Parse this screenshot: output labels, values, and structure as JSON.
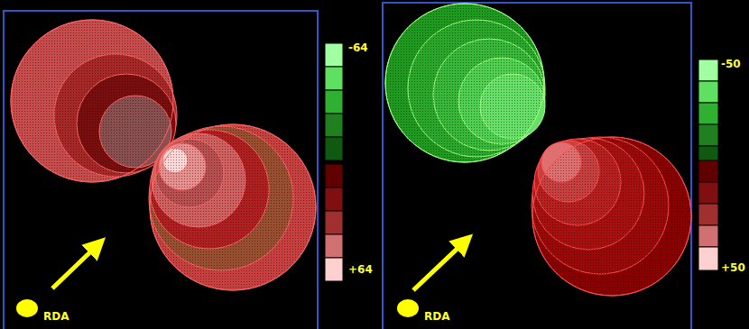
{
  "diagram": {
    "labels": [
      "-64",
      "+64",
      "RDA",
      "-50",
      "+50",
      "RDA"
    ]
  }
}
